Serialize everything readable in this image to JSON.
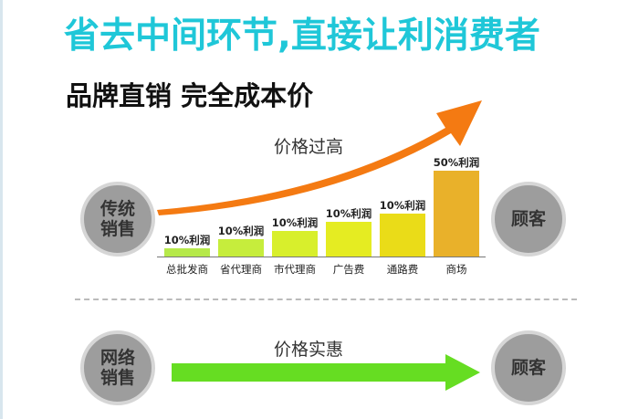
{
  "header": {
    "headline": "省去中间环节,直接让利消费者",
    "subheadline": "品牌直销  完全成本价"
  },
  "traditional": {
    "channel_label_line1": "传统",
    "channel_label_line2": "销售",
    "customer_label": "顾客",
    "caption": "价格过高",
    "tiers": [
      {
        "value_label": "10%利润",
        "category": "总批发商",
        "level": 0.1
      },
      {
        "value_label": "10%利润",
        "category": "省代理商",
        "level": 0.2
      },
      {
        "value_label": "10%利润",
        "category": "市代理商",
        "level": 0.3
      },
      {
        "value_label": "10%利润",
        "category": "广告费",
        "level": 0.4
      },
      {
        "value_label": "10%利润",
        "category": "通路费",
        "level": 0.5
      },
      {
        "value_label": "50%利润",
        "category": "商场",
        "level": 1.0
      }
    ],
    "bar_colors": [
      "#b6e94a",
      "#c6ed3c",
      "#d8ef2c",
      "#e5ec22",
      "#eadc18",
      "#e9b12a"
    ],
    "arrow_color": "#f47a12"
  },
  "online": {
    "channel_label_line1": "网络",
    "channel_label_line2": "销售",
    "customer_label": "顾客",
    "caption": "价格实惠",
    "arrow_color": "#66dd22"
  },
  "colors": {
    "headline": "#1fc7d8",
    "subheadline": "#111111",
    "circle_fill": "#9d9d9d"
  }
}
